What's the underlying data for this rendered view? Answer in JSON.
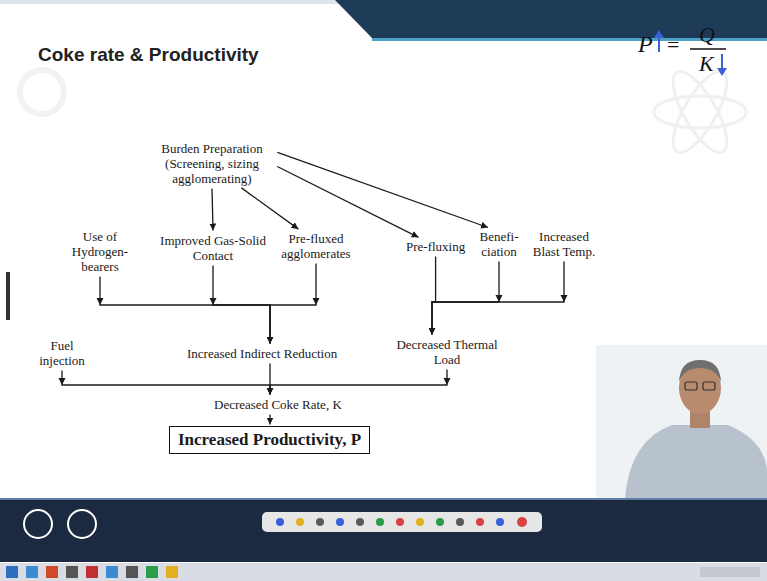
{
  "diagram": {
    "title": "Coke rate & Productivity",
    "nodes": [
      {
        "text": [
          "Burden Preparation (Screening, sizing agglomerating)"
        ]
      },
      {
        "text": [
          "Use of Hydrogen-bearers"
        ]
      },
      {
        "text": [
          "Improved Gas-Solid Contact"
        ]
      },
      {
        "text": [
          "Pre-fluxed agglomerates"
        ]
      },
      {
        "text": [
          "Pre-fluxing"
        ]
      },
      {
        "text": [
          "Benefi- ciation"
        ]
      },
      {
        "text": [
          "Increased Blast Temp."
        ]
      },
      {
        "text": [
          "Fuel injection"
        ]
      },
      {
        "text": [
          "Increased Indirect Reduction"
        ]
      },
      {
        "text": [
          "Decreased Thermal Load"
        ]
      },
      {
        "text": [
          "Decreased Coke Rate, K"
        ]
      },
      {
        "text": [
          "Increased Productivity, P"
        ]
      }
    ],
    "edges": [
      {
        "from": 0,
        "to": 2,
        "arrow": "to"
      },
      {
        "from": 0,
        "to": 3,
        "arrow": "to"
      },
      {
        "from": 0,
        "to": 4,
        "arrow": "to"
      },
      {
        "from": 0,
        "to": 5,
        "arrow": "to"
      },
      {
        "from": 1,
        "to": 8,
        "arrow": "to"
      },
      {
        "from": 2,
        "to": 8,
        "arrow": "to"
      },
      {
        "from": 3,
        "to": 8,
        "arrow": "to"
      },
      {
        "from": 4,
        "to": 9,
        "arrow": "to"
      },
      {
        "from": 5,
        "to": 9,
        "arrow": "to"
      },
      {
        "from": 6,
        "to": 9,
        "arrow": "to"
      },
      {
        "from": 7,
        "to": 10,
        "arrow": "to"
      },
      {
        "from": 8,
        "to": 10,
        "arrow": "to"
      },
      {
        "from": 9,
        "to": 10,
        "arrow": "to"
      },
      {
        "from": 10,
        "to": 11,
        "arrow": "to"
      }
    ],
    "labels": [
      "P",
      "=",
      "Q",
      "K"
    ]
  }
}
